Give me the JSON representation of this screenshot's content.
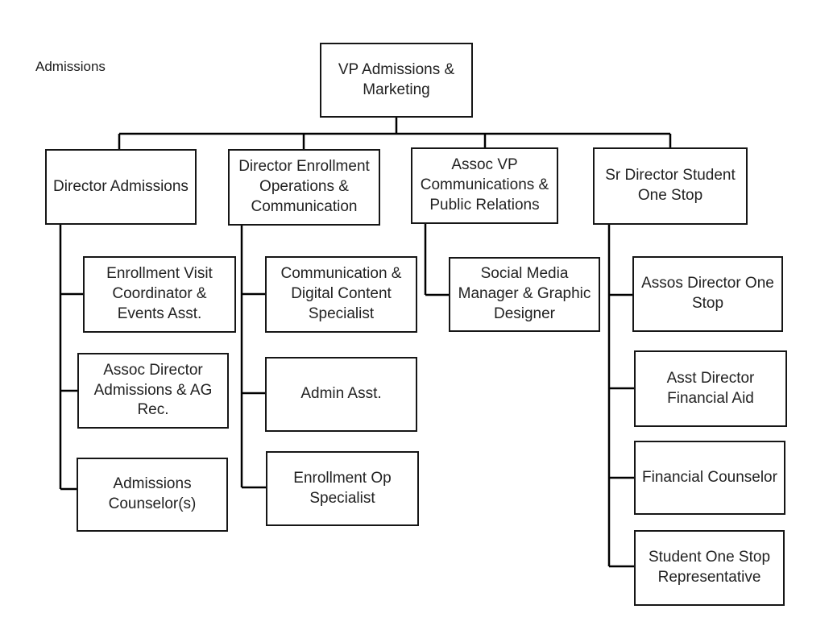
{
  "page": {
    "corner_label": "Admissions"
  },
  "chart": {
    "type": "org-chart",
    "root": {
      "label": "VP Admissions & Marketing"
    },
    "branches": [
      {
        "label": "Director Admissions",
        "children": [
          "Enrollment Visit Coordinator & Events Asst.",
          "Assoc Director Admissions & AG Rec.",
          "Admissions Counselor(s)"
        ]
      },
      {
        "label": "Director Enrollment Operations & Communication",
        "children": [
          "Communication & Digital Content Specialist",
          "Admin Asst.",
          "Enrollment Op Specialist"
        ]
      },
      {
        "label": "Assoc VP Communications & Public Relations",
        "children": [
          "Social Media Manager & Graphic Designer"
        ]
      },
      {
        "label": "Sr Director Student One Stop",
        "children": [
          "Assos Director One Stop",
          "Asst Director Financial Aid",
          "Financial Counselor",
          "Student One Stop Representative"
        ]
      }
    ],
    "colors": {
      "background": "#ffffff",
      "box_fill": "#ffffff",
      "box_border": "#161616",
      "text": "#222222",
      "line": "#000000"
    }
  }
}
